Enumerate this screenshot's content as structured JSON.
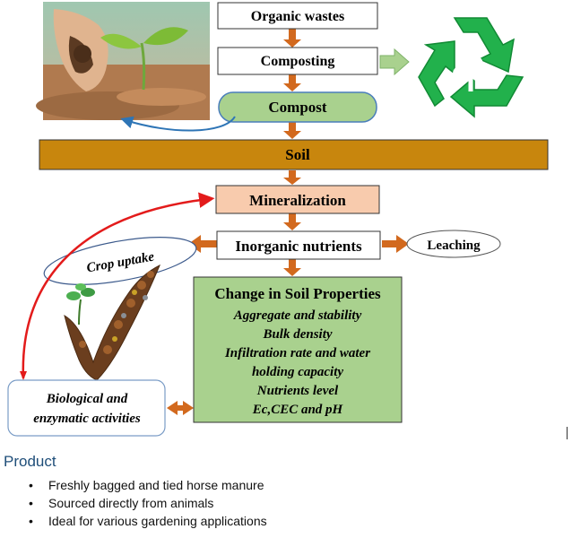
{
  "diagram": {
    "nodes": {
      "organic_wastes": "Organic wastes",
      "composting": "Composting",
      "compost": "Compost",
      "soil": "Soil",
      "mineralization": "Mineralization",
      "inorganic_nutrients": "Inorganic nutrients",
      "leaching": "Leaching",
      "crop_uptake": "Crop uptake",
      "biological_line1": "Biological and",
      "biological_line2": "enzymatic activities",
      "soil_properties_title": "Change in Soil Properties",
      "soil_properties_items": [
        "Aggregate and stability",
        "Bulk density",
        "Infiltration rate and water",
        "holding capacity",
        "Nutrients level",
        "Ec,CEC and pH"
      ]
    },
    "pictures": {
      "soil_photo": "hand-holding-soil-with-seedling-photo",
      "recycle": "recycle-icon",
      "plant_check": "plant-checkmark-illustration"
    }
  },
  "product": {
    "heading": "Product",
    "bullets": [
      "Freshly bagged and tied horse manure",
      "Sourced directly from animals",
      "Ideal for various gardening applications"
    ]
  },
  "colors": {
    "arrow_orange": "#d2691e",
    "soil_bar": "#c8860d",
    "compost_green": "#a9d18e",
    "mineral_peach": "#f8cbad",
    "props_green": "#a9d18e",
    "red_arrow": "#e31b1b",
    "blue_arrow": "#2e75b6",
    "recycle_green": "#22b14c"
  }
}
